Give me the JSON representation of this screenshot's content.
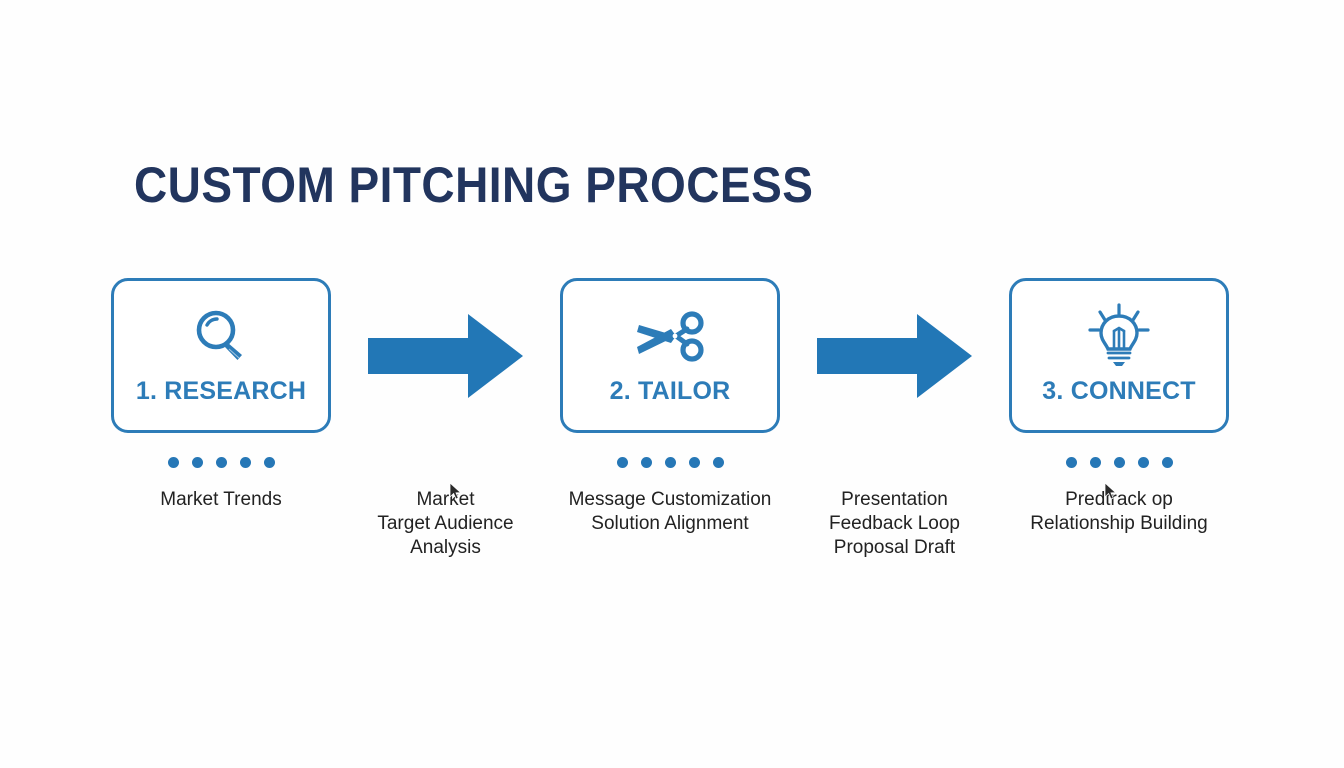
{
  "slide": {
    "title": "CUSTOM PITCHING PROCESS",
    "background_color": "#fefefe",
    "title_color": "#22355e",
    "accent_color": "#2d7cb8",
    "dot_color": "#2677b6",
    "arrow_color": "#2277b6",
    "caption_color": "#222222"
  },
  "steps": [
    {
      "id": "research",
      "label": "1. RESEARCH",
      "icon": "magnifier-icon",
      "dots": 5,
      "caption_lines": [
        "Market Trends"
      ]
    },
    {
      "id": "tailor",
      "label": "2. TAILOR",
      "icon": "scissors-icon",
      "dots": 5,
      "caption_lines": [
        "Message Customization",
        "Solution Alignment"
      ]
    },
    {
      "id": "connect",
      "label": "3. CONNECT",
      "icon": "lightbulb-icon",
      "dots": 5,
      "caption_lines": [
        "Predtrack op",
        "Relationship Building"
      ]
    }
  ],
  "connectors": [
    {
      "id": "arrow-1",
      "icon": "right-arrow-icon",
      "caption_lines": [
        "Market",
        "Target Audience",
        "Analysis"
      ]
    },
    {
      "id": "arrow-2",
      "icon": "right-arrow-icon",
      "caption_lines": [
        "Presentation",
        "Feedback Loop",
        "Proposal Draft"
      ]
    }
  ]
}
